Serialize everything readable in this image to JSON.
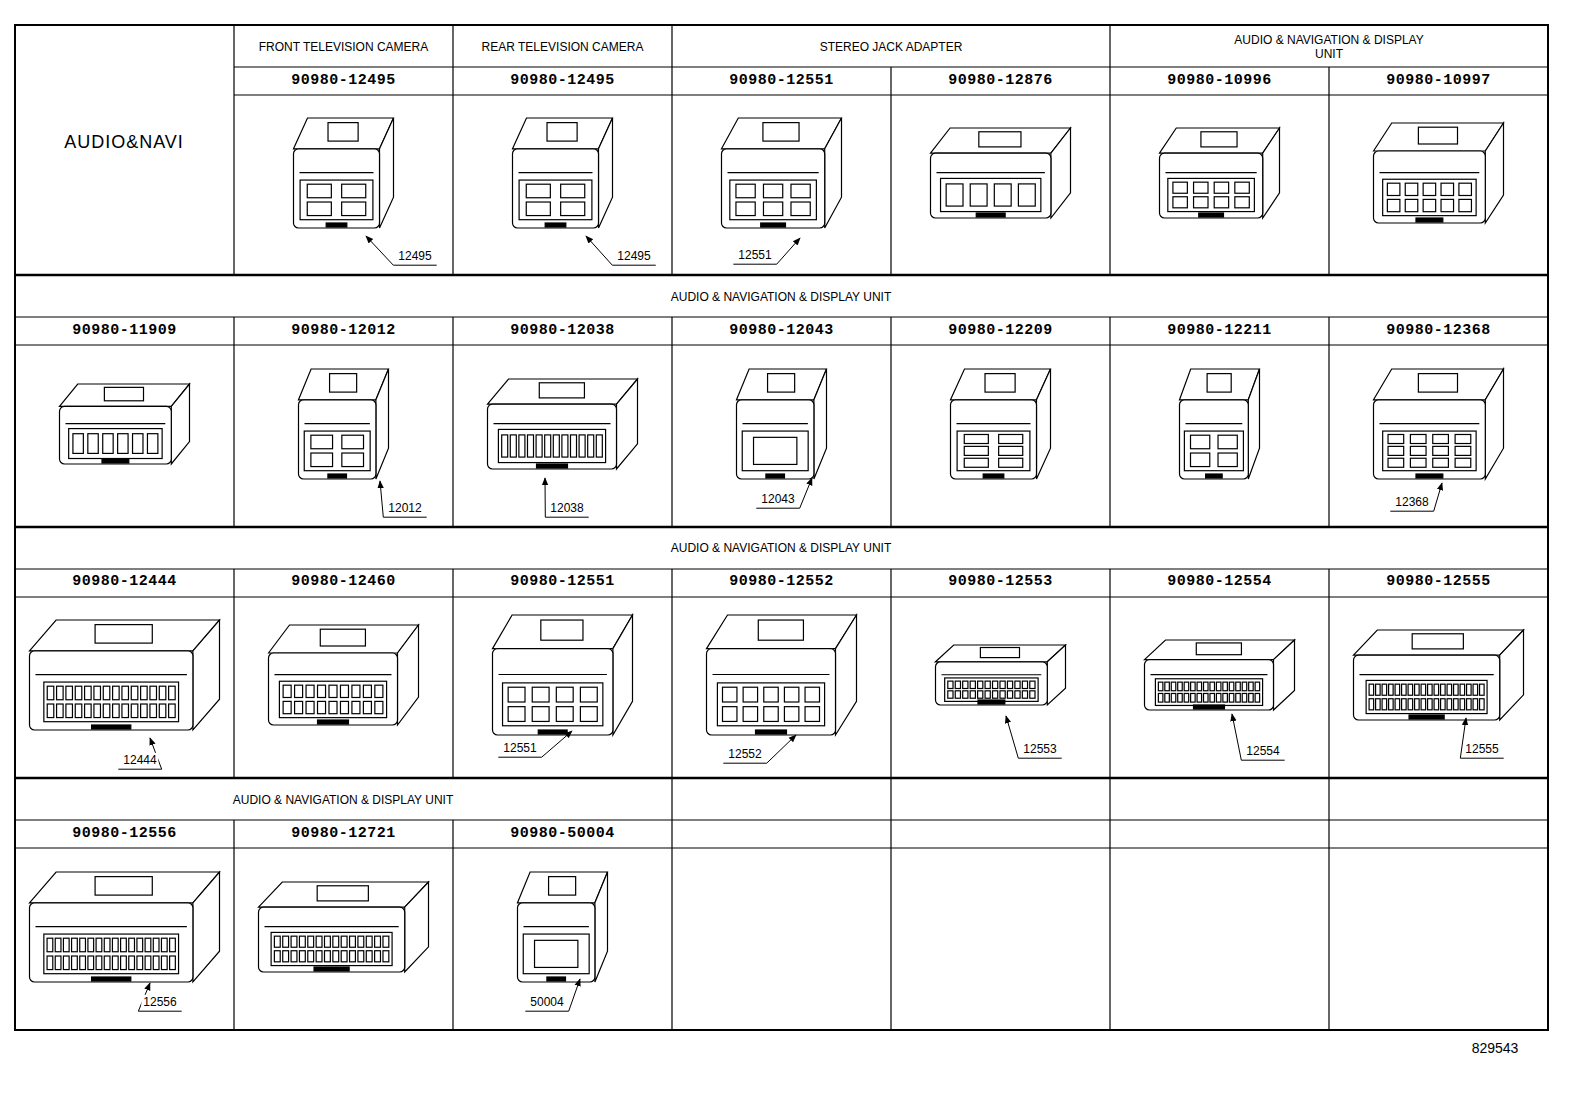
{
  "diagram": {
    "labels": [
      "AUDIO&NAVI",
      "FRONT TELEVISION CAMERA",
      "REAR TELEVISION CAMERA",
      "STEREO JACK ADAPTER",
      "AUDIO & NAVIGATION & DISPLAY UNIT",
      "90980-12495",
      "90980-12495",
      "90980-12551",
      "90980-12876",
      "90980-10996",
      "90980-10997",
      "12495",
      "12495",
      "12551",
      "AUDIO & NAVIGATION & DISPLAY UNIT",
      "90980-11909",
      "90980-12012",
      "90980-12038",
      "90980-12043",
      "90980-12209",
      "90980-12211",
      "90980-12368",
      "12012",
      "12038",
      "12043",
      "12368",
      "AUDIO & NAVIGATION & DISPLAY UNIT",
      "90980-12444",
      "90980-12460",
      "90980-12551",
      "90980-12552",
      "90980-12553",
      "90980-12554",
      "90980-12555",
      "12444",
      "12551",
      "12552",
      "12553",
      "12554",
      "12555",
      "AUDIO & NAVIGATION & DISPLAY UNIT",
      "90980-12556",
      "90980-12721",
      "90980-50004",
      "12556",
      "50004",
      "829543"
    ]
  }
}
